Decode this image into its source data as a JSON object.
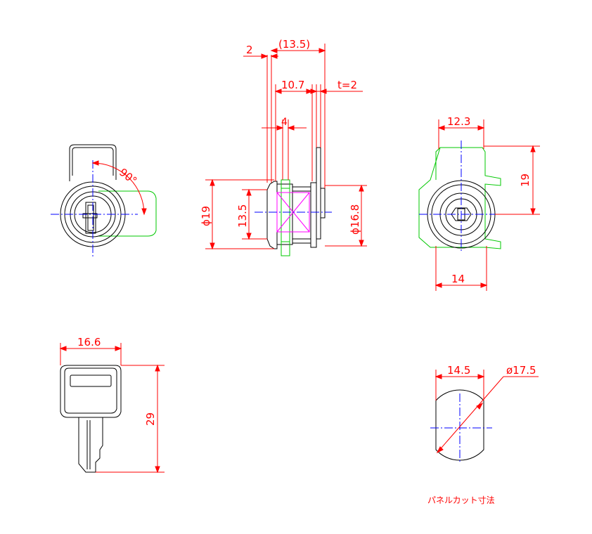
{
  "colors": {
    "outline": "#000000",
    "dimension": "#ff0000",
    "centerline": "#0000ff",
    "phantom": "#00c800",
    "cam": "#ff00ff",
    "label": "#ff0000"
  },
  "front_view": {
    "angle_label": "90°"
  },
  "side_view": {
    "dims": {
      "d2": "2",
      "d13_5_ref": "(13.5)",
      "d10_7": "10.7",
      "t2": "t=2",
      "d4": "4",
      "dia19": "ϕ19",
      "d13_5": "13.5",
      "dia16_8": "ϕ16.8"
    }
  },
  "rear_view": {
    "dims": {
      "d12_3": "12.3",
      "d19": "19",
      "d14": "14"
    }
  },
  "key_view": {
    "dims": {
      "d16_6": "16.6",
      "d29": "29"
    }
  },
  "cutout_view": {
    "dims": {
      "d14_5": "14.5",
      "dia17_5": "ø17.5"
    },
    "caption": "パネルカット寸法"
  }
}
